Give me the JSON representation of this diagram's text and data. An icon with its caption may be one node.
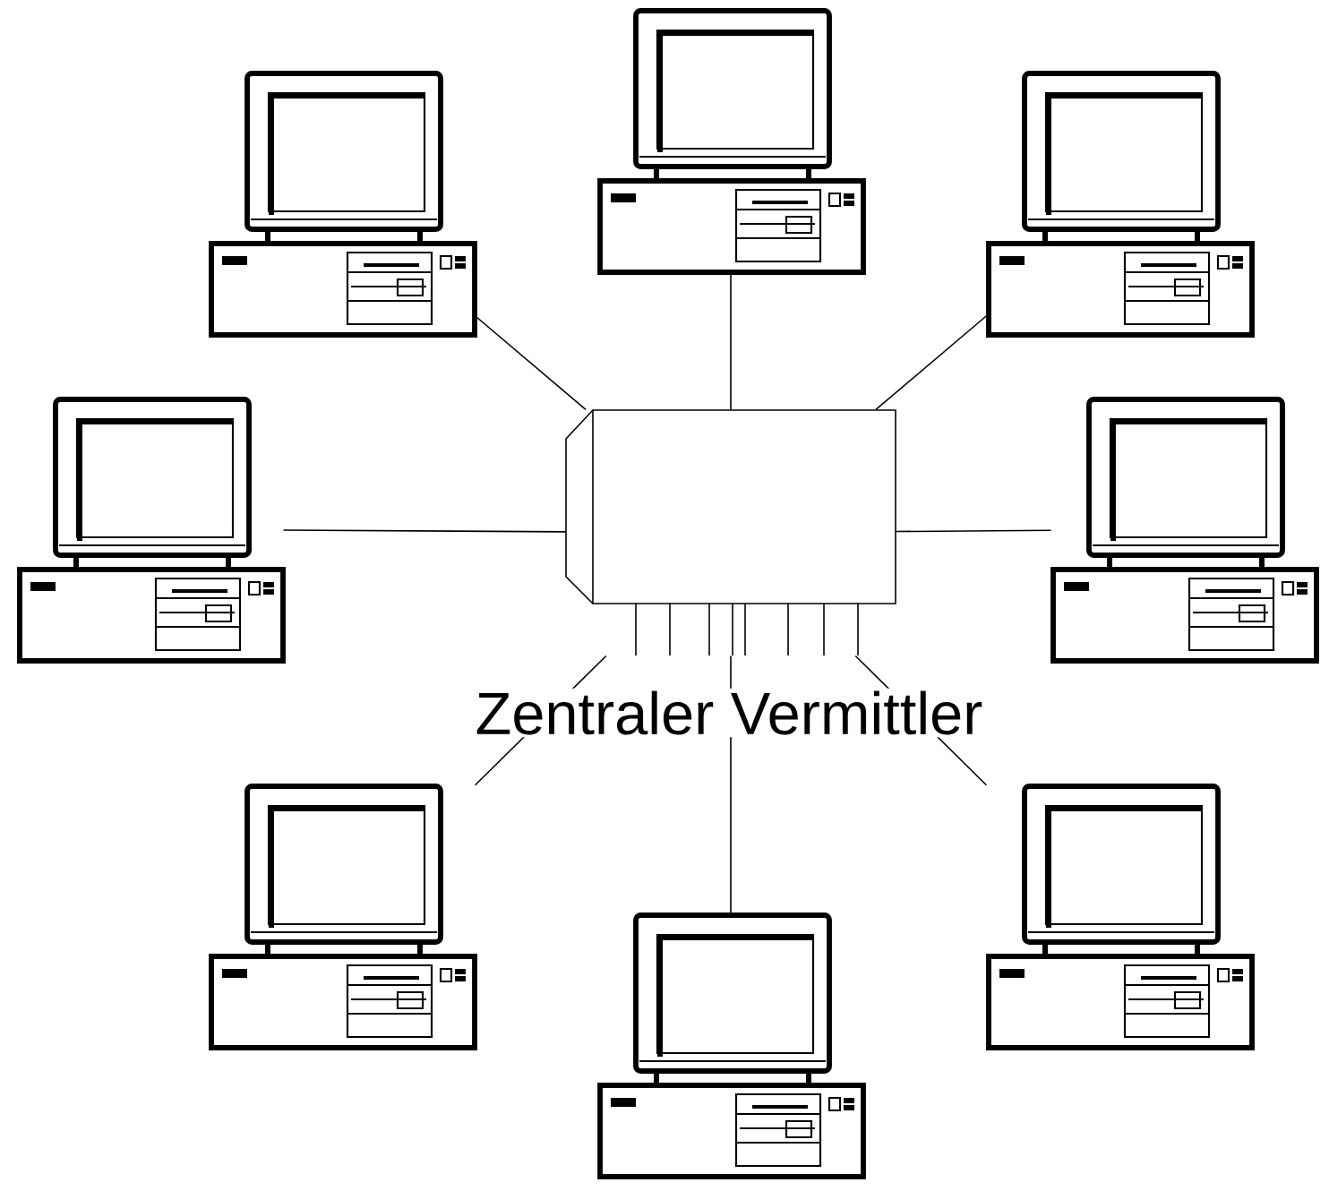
{
  "diagram": {
    "nodes": [
      {
        "text": [],
        "shape": "picture"
      },
      {
        "text": [],
        "shape": "picture"
      },
      {
        "text": [],
        "shape": "picture"
      },
      {
        "text": [],
        "shape": "picture"
      },
      {
        "text": [],
        "shape": "box",
        "beside": [
          "Zentraler Vermittler"
        ]
      },
      {
        "text": [],
        "shape": "picture"
      },
      {
        "text": [],
        "shape": "picture"
      },
      {
        "text": [],
        "shape": "picture"
      },
      {
        "text": [],
        "shape": "picture"
      }
    ],
    "edges": [
      {
        "from": 4,
        "to": 0,
        "arrow": "none"
      },
      {
        "from": 4,
        "to": 1,
        "arrow": "none"
      },
      {
        "from": 4,
        "to": 2,
        "arrow": "none"
      },
      {
        "from": 4,
        "to": 3,
        "arrow": "none"
      },
      {
        "from": 4,
        "to": 5,
        "arrow": "none"
      },
      {
        "from": 4,
        "to": 6,
        "arrow": "none"
      },
      {
        "from": 4,
        "to": 7,
        "arrow": "none"
      },
      {
        "from": 4,
        "to": 8,
        "arrow": "none"
      }
    ]
  }
}
